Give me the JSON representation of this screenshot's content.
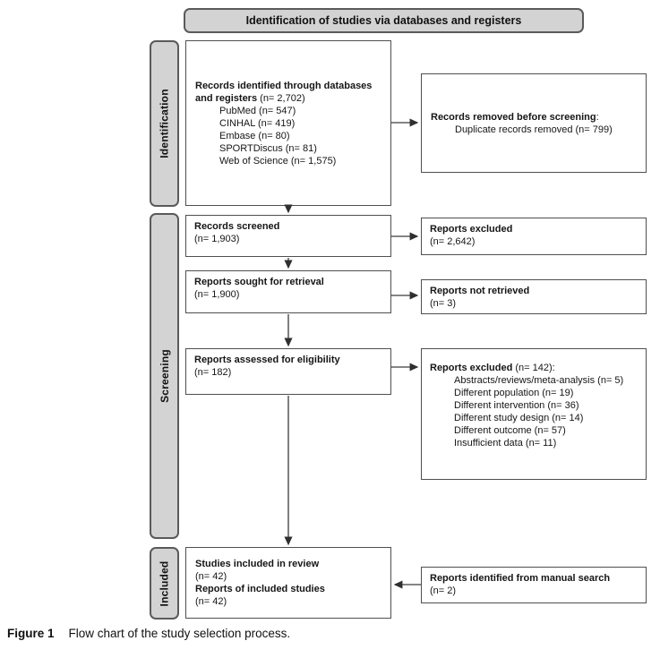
{
  "banner": {
    "title": "Identification of studies via databases and registers"
  },
  "stages": {
    "identification": "Identification",
    "screening": "Screening",
    "included": "Included"
  },
  "boxes": {
    "records_identified": {
      "heading": "Records identified through databases and registers",
      "count": "(n= 2,702)",
      "items": [
        "PubMed  (n= 547)",
        "CINHAL  (n= 419)",
        "Embase (n= 80)",
        "SPORTDiscus (n= 81)",
        "Web of Science (n= 1,575)"
      ]
    },
    "records_removed": {
      "heading": "Records removed before screening",
      "suffix": ":",
      "items": [
        "Duplicate records removed (n= 799)"
      ]
    },
    "records_screened": {
      "heading": "Records screened",
      "count": "(n= 1,903)"
    },
    "reports_excluded": {
      "heading": "Reports excluded",
      "count": "(n= 2,642)"
    },
    "reports_sought": {
      "heading": "Reports sought for retrieval",
      "count": "(n= 1,900)"
    },
    "reports_not_retrieved": {
      "heading": "Reports not retrieved",
      "count": "(n= 3)"
    },
    "reports_assessed": {
      "heading": "Reports assessed for eligibility",
      "count": "(n= 182)"
    },
    "reports_excluded_eligibility": {
      "heading": "Reports excluded",
      "count": "(n= 142):",
      "items": [
        "Abstracts/reviews/meta-analysis (n= 5)",
        "Different population  (n= 19)",
        "Different intervention  (n= 36)",
        "Different study design (n= 14)",
        "Different outcome (n= 57)",
        "Insufficient data (n= 11)"
      ]
    },
    "studies_included": {
      "line1": "Studies included in review",
      "count1": "(n= 42)",
      "line2": "Reports of included studies",
      "count2": "(n= 42)"
    },
    "manual_search": {
      "heading": "Reports identified from manual search",
      "count": "(n= 2)"
    }
  },
  "caption": {
    "label": "Figure 1",
    "text": "Flow chart of the study selection process."
  }
}
